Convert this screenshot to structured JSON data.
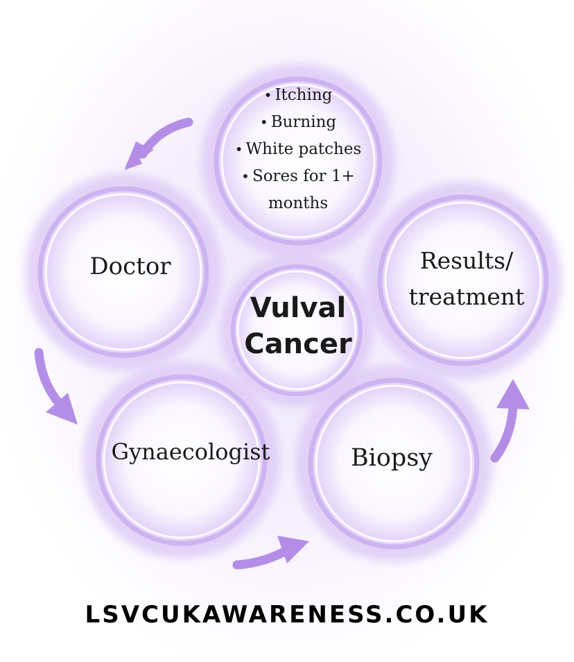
{
  "colors": {
    "accent": "#b48ee6",
    "ring": "#c9aef0",
    "text": "#1a1a1a"
  },
  "center": {
    "line1": "Vulval",
    "line2": "Cancer"
  },
  "symptoms": {
    "items": [
      "Itching",
      "Burning",
      "White patches",
      "Sores for 1+"
    ],
    "continuation": "months"
  },
  "nodes": {
    "doctor": "Doctor",
    "results_line1": "Results/",
    "results_line2": "treatment",
    "gynaecologist": "Gynaecologist",
    "biopsy": "Biopsy"
  },
  "footer": {
    "url": "LSVCUKAWARENESS.CO.UK"
  }
}
